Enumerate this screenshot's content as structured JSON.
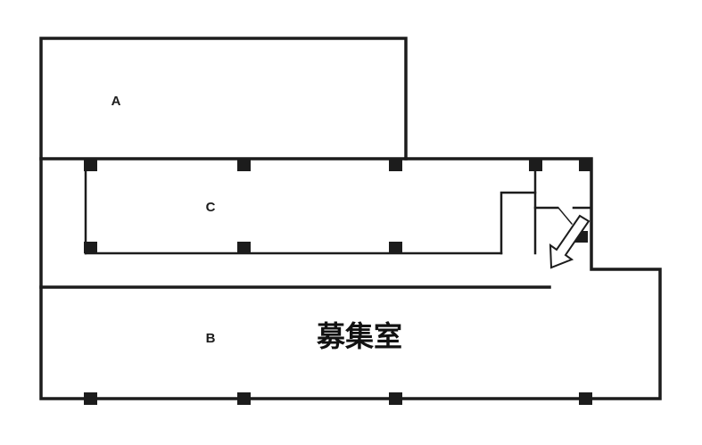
{
  "page": {
    "background": "#ffffff",
    "line_color": "#1c1c1c"
  },
  "diagram": {
    "type": "floor-plan",
    "rooms": {
      "a": {
        "label": "A"
      },
      "c": {
        "label": "C"
      },
      "b": {
        "label": "B"
      },
      "main": {
        "label": "募集室"
      }
    },
    "features": {
      "entrance_arrow": "down-left-entrance-arrow",
      "pillar": "structural-column"
    }
  }
}
